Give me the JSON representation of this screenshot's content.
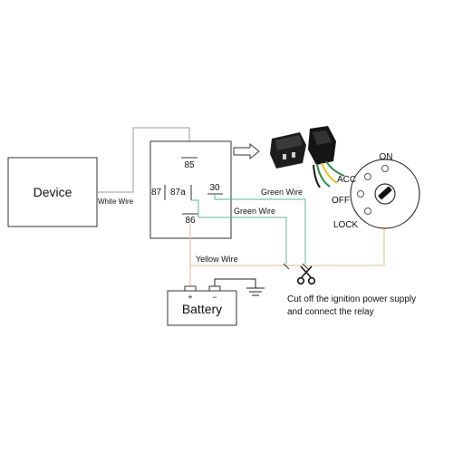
{
  "device": {
    "label": "Device"
  },
  "wires": {
    "white": "White Wire",
    "green_upper": "Green Wire",
    "green_lower": "Green Wire",
    "yellow": "Yellow Wire"
  },
  "relay": {
    "pins": {
      "p85": "85",
      "p87": "87",
      "p87a": "87a",
      "p30": "30",
      "p86": "86"
    }
  },
  "battery": {
    "label": "Battery",
    "plus": "+",
    "minus": "−"
  },
  "ignition": {
    "on": "ON",
    "acc": "ACC",
    "off": "OFF",
    "lock": "LOCK"
  },
  "instruction": {
    "line1": "Cut off the ignition power supply",
    "line2": "and connect the relay"
  },
  "colors": {
    "wire_gray": "#9a9a9a",
    "wire_green": "#5cb88a",
    "wire_yellow": "#e2b98c",
    "wire_black": "#222222"
  }
}
